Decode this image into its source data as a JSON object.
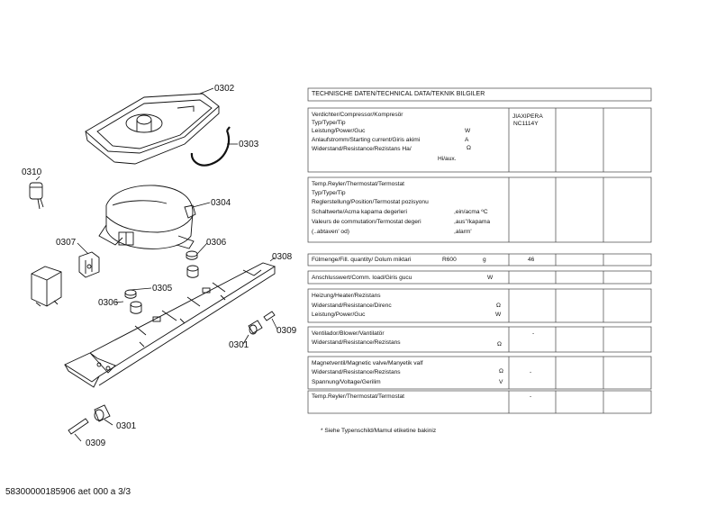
{
  "callouts": [
    "0302",
    "0303",
    "0310",
    "0304",
    "0307",
    "0306",
    "0305",
    "0306",
    "0308",
    "0301",
    "0309",
    "0301",
    "0309"
  ],
  "table": {
    "header": "TECHNISCHE DATEN/TECHNICAL DATA/TEKNIK BILGILER",
    "compressor": {
      "lines": [
        "Verdichter/Compressor/Kompresör",
        "Typ/Type/Tip",
        " Leistung/Power/Guc",
        "Anlaufstromm/Starting current/Giris akimi",
        "Widerstand/Resistance/Rezistans Ha/"
      ],
      "line_hiaux": "Hi/aux.",
      "units": [
        "W",
        "A",
        "Ω"
      ],
      "values": [
        "JIAXIPERA",
        "NC1114Y"
      ]
    },
    "thermostat": {
      "lines": [
        "Temp.Reyler/Thermostat/Termostat",
        "Typ/Type/Tip",
        "Reglerstellung/Position/Termostat  pozisyonu",
        "Schaltwerte/Acma kapama degerleri",
        "Valeurs de commutation/Termostat degeri",
        "(..abtaven' od)"
      ],
      "suffix": [
        ",ein/acma ºC",
        ",aus\"/kapama",
        ",alarm'"
      ]
    },
    "charge": {
      "label": "Fülmenge/Fill. quantity/ Dolum miktari",
      "refrigerant": "R600",
      "unit": "g",
      "value": "46"
    },
    "connection": {
      "label": "Anschlusswert/Comm. load/Giris gucu",
      "unit": "W"
    },
    "heater": {
      "lines": [
        "Heizung/Heater/Rezistans",
        "Widerstand/Resistance/Direnc",
        "Leistung/Power/Guc"
      ],
      "units": [
        "Ω",
        "W"
      ]
    },
    "fan": {
      "lines": [
        "Ventilador/Blower/Vantilatör",
        "Widerstand/Resistance/Rezistans"
      ],
      "unit": "Ω",
      "value": "-"
    },
    "valve": {
      "lines": [
        "Magnetventil/Magnetic valve/Manyetik valf",
        "Widerstand/Resistance/Rezistans",
        "Spannung/Voltage/Gerilim"
      ],
      "units": [
        "Ω",
        "V"
      ],
      "value": "-"
    },
    "thermostat2": {
      "label": "Temp.Reyler/Thermostat/Termostat",
      "value": "-"
    }
  },
  "footnote": "* Siehe Typenschild/Mamul etiketine bakiniz",
  "footer": "58300000185906 aet 000 a 3/3"
}
